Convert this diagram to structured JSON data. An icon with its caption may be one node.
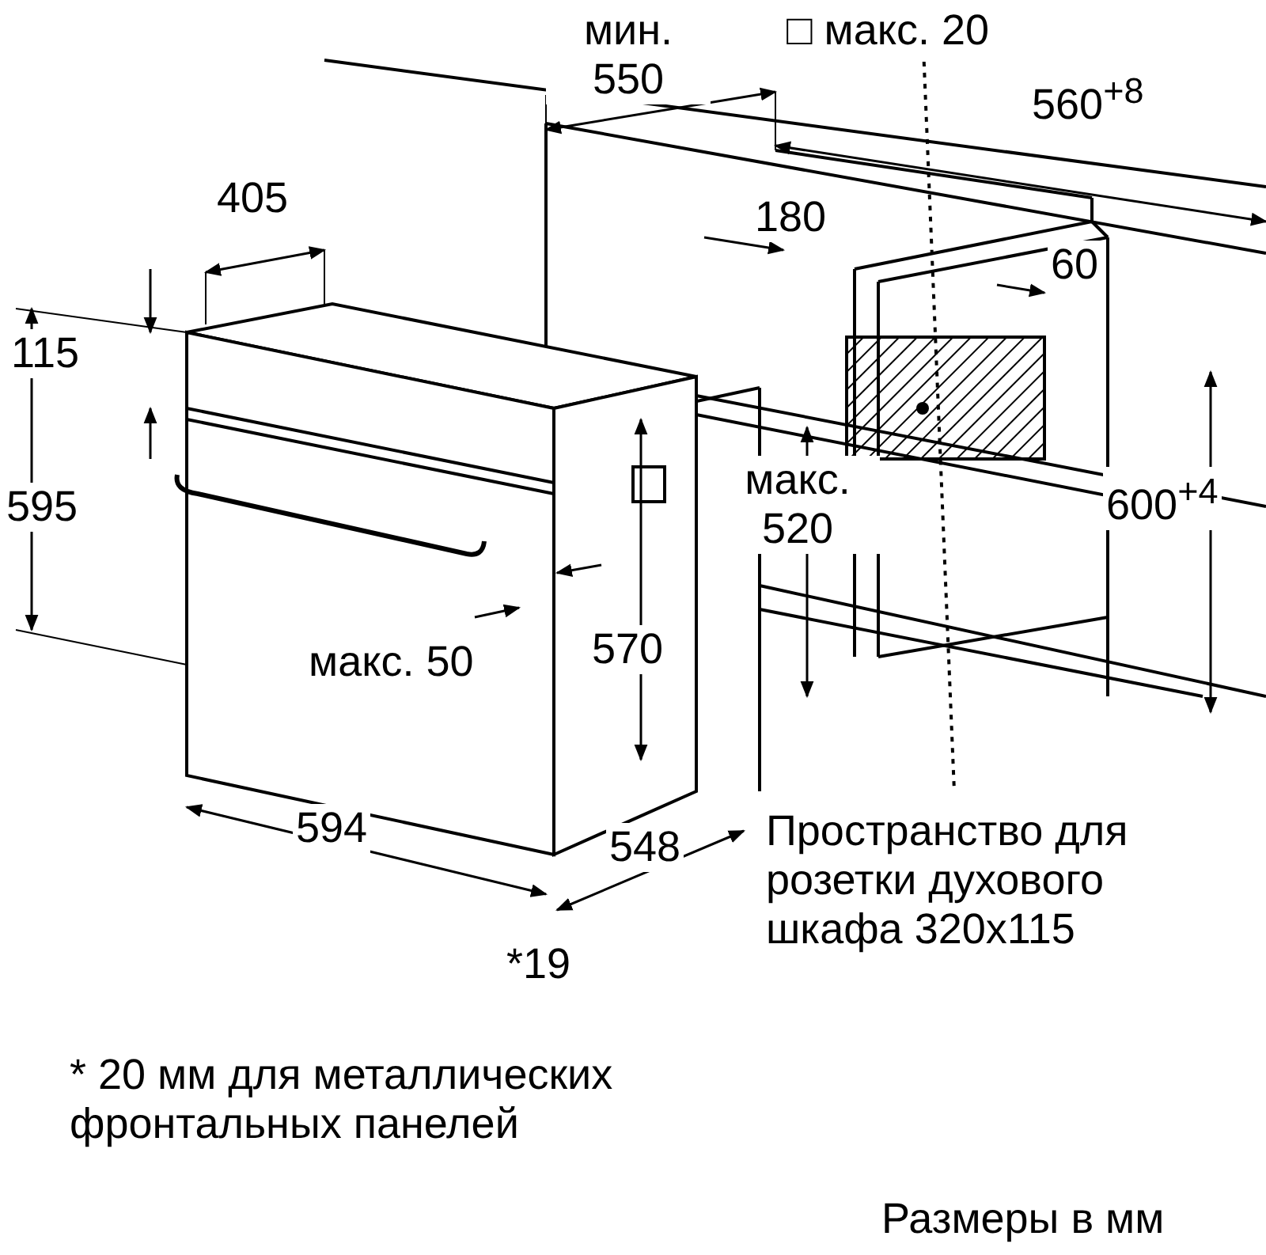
{
  "diagram": {
    "labels": [
      "мин. 550",
      "□ макс. 20",
      "560$^{+8}$",
      "405",
      "115",
      "595",
      "180",
      "60",
      "макс. 520",
      "600$^{+4}$",
      "макс. 50",
      "570",
      "594",
      "548",
      "*19",
      "Пространство для розетки духового шкафа 320x115",
      "* 20 мм для металлических фронтальных панелей",
      "Размеры в мм"
    ]
  }
}
